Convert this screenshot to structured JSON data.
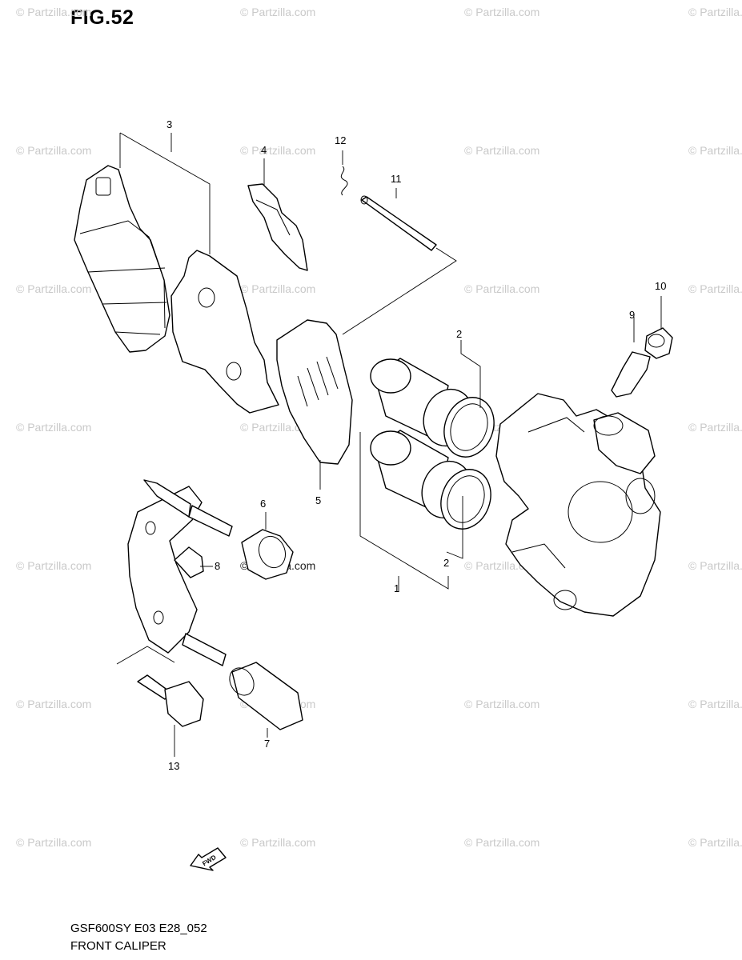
{
  "figure": {
    "title": "FIG.52"
  },
  "watermark": {
    "text": "© Partzilla.com",
    "center_text": "© Partzilla.com"
  },
  "callouts": [
    "1",
    "2",
    "2",
    "3",
    "4",
    "5",
    "6",
    "7",
    "8",
    "9",
    "10",
    "11",
    "12",
    "13"
  ],
  "fwd_label": "FWD",
  "footer": {
    "model_code": "GSF600SY E03 E28_052",
    "section_name": "FRONT CALIPER"
  }
}
